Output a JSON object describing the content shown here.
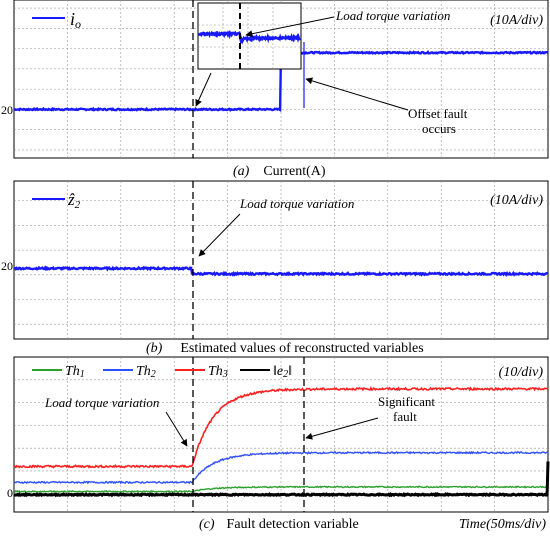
{
  "colors": {
    "io": "#1919ff",
    "z2": "#1919ff",
    "th1": "#2ca02c",
    "th2": "#3050ff",
    "th3": "#ff2020",
    "e2": "#000000"
  },
  "chart_data": [
    {
      "type": "line",
      "panel": "a",
      "caption_label": "(a)",
      "caption_text": "Current(A)",
      "scale_note": "(10A/div)",
      "legend": [
        "i",
        "o"
      ],
      "ytick_label": "20",
      "ytick_value": 20,
      "ylim": [
        8,
        47
      ],
      "series": [
        {
          "name": "io",
          "x": [
            0,
            100,
            150,
            300
          ],
          "y": [
            20,
            20,
            20,
            34
          ]
        }
      ],
      "annotations": [
        "Load torque variation",
        "Offset fault",
        "occurs"
      ],
      "inset": "zoom-in of load torque variation"
    },
    {
      "type": "line",
      "panel": "b",
      "caption_label": "(b)",
      "caption_text": "Estimated values of reconstructed variables",
      "scale_note": "(10A/div)",
      "legend": [
        "ẑ",
        "2"
      ],
      "ytick_label": "20",
      "ytick_value": 20,
      "ylim": [
        7,
        39
      ],
      "series": [
        {
          "name": "ẑ2",
          "x": [
            0,
            100,
            300
          ],
          "y": [
            21.3,
            21.3,
            20.2
          ]
        }
      ],
      "annotations": [
        "Load torque variation"
      ]
    },
    {
      "type": "line",
      "panel": "c",
      "caption_label": "(c)",
      "caption_text": "Fault detection variable",
      "scale_note": "(10/div)",
      "time_label": "Time(50ms/div)",
      "legend": [
        [
          "Th",
          "1"
        ],
        [
          "Th",
          "2"
        ],
        [
          "Th",
          "3"
        ],
        [
          "‖e",
          "2",
          "‖"
        ]
      ],
      "ytick_label": "0",
      "ytick_value": 0,
      "ylim": [
        -4,
        30
      ],
      "series": [
        {
          "name": "Th1",
          "x": [
            0,
            100,
            150,
            300
          ],
          "y": [
            0.5,
            0.5,
            1.5,
            1.7
          ]
        },
        {
          "name": "Th2",
          "x": [
            0,
            100,
            150,
            300
          ],
          "y": [
            2.5,
            2.5,
            9.0,
            9.0
          ]
        },
        {
          "name": "Th3",
          "x": [
            0,
            100,
            150,
            300
          ],
          "y": [
            6.0,
            6.0,
            23.0,
            23.0
          ]
        },
        {
          "name": "‖e2‖",
          "x": [
            0,
            150,
            300
          ],
          "y": [
            -0.2,
            -0.2,
            7.0
          ]
        }
      ],
      "annotations": [
        "Load torque variation",
        "Significant",
        "fault"
      ]
    }
  ],
  "xlim": [
    0,
    300
  ],
  "x_event_1": 100,
  "x_event_2": 150
}
